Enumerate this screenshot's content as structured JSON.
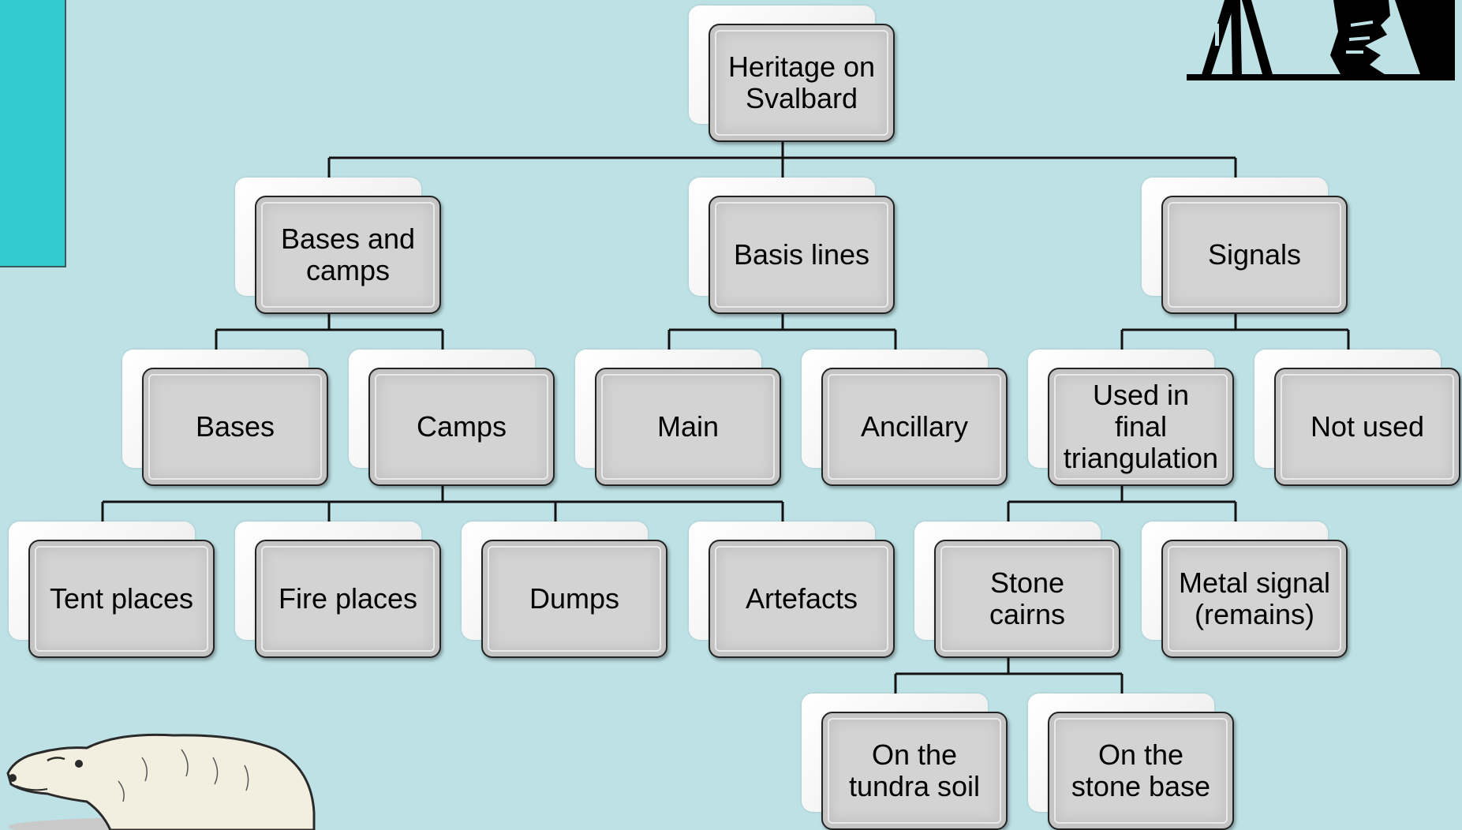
{
  "diagram": {
    "nodes": [
      {
        "id": "root",
        "label": "Heritage on\nSvalbard",
        "parent": null
      },
      {
        "id": "bases-and-camps",
        "label": "Bases and\ncamps",
        "parent": "root"
      },
      {
        "id": "basis-lines",
        "label": "Basis lines",
        "parent": "root"
      },
      {
        "id": "signals",
        "label": "Signals",
        "parent": "root"
      },
      {
        "id": "bases",
        "label": "Bases",
        "parent": "bases-and-camps"
      },
      {
        "id": "camps",
        "label": "Camps",
        "parent": "bases-and-camps"
      },
      {
        "id": "main",
        "label": "Main",
        "parent": "basis-lines"
      },
      {
        "id": "ancillary",
        "label": "Ancillary",
        "parent": "basis-lines"
      },
      {
        "id": "used-in-final-triangulation",
        "label": "Used in\nfinal\ntriangulation",
        "parent": "signals"
      },
      {
        "id": "not-used",
        "label": "Not used",
        "parent": "signals"
      },
      {
        "id": "tent-places",
        "label": "Tent places",
        "parent": "camps"
      },
      {
        "id": "fire-places",
        "label": "Fire places",
        "parent": "camps"
      },
      {
        "id": "dumps",
        "label": "Dumps",
        "parent": "camps"
      },
      {
        "id": "artefacts",
        "label": "Artefacts",
        "parent": "camps"
      },
      {
        "id": "stone-cairns",
        "label": "Stone\ncairns",
        "parent": "used-in-final-triangulation"
      },
      {
        "id": "metal-signal-remains",
        "label": "Metal signal\n(remains)",
        "parent": "used-in-final-triangulation"
      },
      {
        "id": "on-the-tundra-soil",
        "label": "On the\ntundra soil",
        "parent": "stone-cairns"
      },
      {
        "id": "on-the-stone-base",
        "label": "On the\nstone base",
        "parent": "stone-cairns"
      }
    ]
  },
  "colors": {
    "background": "#bde1e5",
    "panel": "#33cbcf",
    "node_fill": "#d3d3d3",
    "connector": "#111111"
  },
  "icons": {
    "top_right": "surveyor-with-tripod-icon",
    "bottom_left": "polar-bear-icon"
  }
}
